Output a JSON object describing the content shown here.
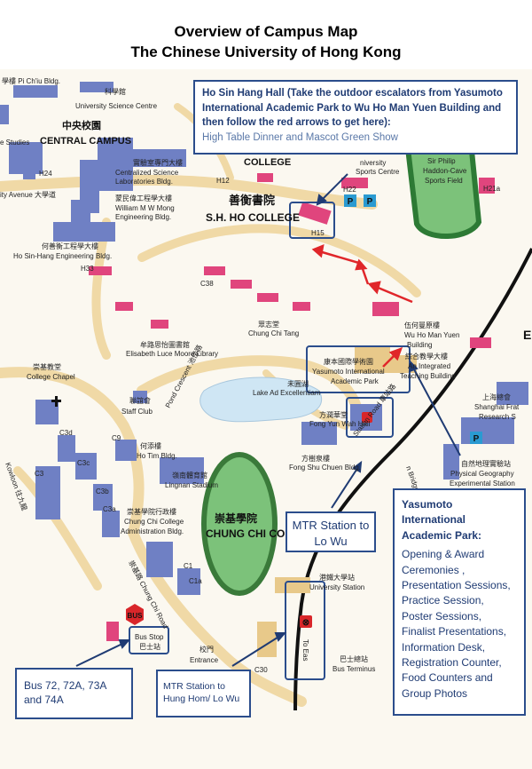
{
  "title": {
    "line1": "Overview of Campus Map",
    "line2": "The Chinese University of Hong Kong"
  },
  "callouts": {
    "ho_sin_hang": {
      "heading": "Ho Sin Hang Hall (Take the outdoor escalators from Yasumoto International Academic Park to Wu Ho Man Yuen Building and then follow the red arrows to get here):",
      "detail": "High Table Dinner and Mascot Green Show"
    },
    "bus": {
      "text": "Bus 72, 72A, 73A and 74A"
    },
    "mtr_hung_hom": {
      "text": "MTR Station to Hung Hom/ Lo Wu"
    },
    "mtr_lo_wu": {
      "text": "MTR Station to Lo Wu"
    },
    "park": {
      "heading": "Yasumoto International Academic Park:",
      "detail": "Opening & Award Ceremonies , Presentation Sessions, Practice Session, Poster Sessions, Finalist Presentations, Information Desk, Registration Counter, Food Counters and Group Photos"
    }
  },
  "map_labels": {
    "pi_chiu": "學樓 Pi Ch'iu Bldg.",
    "science_cn": "科學館",
    "science": "University Science Centre",
    "central_cn": "中央校園",
    "central": "CENTRAL CAMPUS",
    "studies": "e Studies",
    "h24": "H24",
    "centralized_cn": "實驗室專門大樓",
    "centralized1": "Centralized Science",
    "centralized2": "Laboratories Bldg.",
    "h12": "H12",
    "mong_cn": "蒙民偉工程學大樓",
    "mong1": "William M W Mong",
    "mong2": "Engineering Bldg.",
    "university_ave": "ity Avenue 大學道",
    "hsh_eng_cn": "何善衡工程學大樓",
    "hsh_eng": "Ho Sin-Hang Engineering Bldg.",
    "h33": "H33",
    "college_top": "COLLEGE",
    "shho_cn": "善衡書院",
    "shho": "S.H. HO COLLEGE",
    "sports_centre1": "niversity",
    "sports_centre2": "Sports Centre",
    "h22": "H22",
    "h15": "H15",
    "haddon1": "Sir Philip",
    "haddon2": "Haddon-Cave",
    "haddon3": "Sports Field",
    "h21": "H21a",
    "c38": "C38",
    "chungchitang_cn": "眾志堂",
    "chungchitang": "Chung Chi Tang",
    "moore_cn": "牟路思怡圖書館",
    "moore": "Elisabeth Luce Moore Library",
    "wuhoman_cn": "伍何曼原樓",
    "wuhoman1": "Wu Ho Man Yuen",
    "wuhoman2": "Building",
    "chapel_cn": "崇基教堂",
    "chapel": "College Chapel",
    "yasu_cn": "康本國際學術園",
    "yasu1": "Yasumoto International",
    "yasu2": "Academic Park",
    "integrated_cn": "綜合教學大樓",
    "integrated1": "An Integrated",
    "integrated2": "Teaching Building",
    "pond": "Pond Crescent 池傍路",
    "lake_cn": "未圓湖",
    "lake": "Lake Ad Excellentiam",
    "staffclub_cn": "聯誼會",
    "staffclub": "Staff Club",
    "fongyunwah_cn": "方潤華堂",
    "fongyunwah": "Fong Yun Wah Hall",
    "station_rd": "Station Road 車站路",
    "c3d": "C3d",
    "c9": "C9",
    "hotim_cn": "何添樓",
    "hotim": "Ho Tim Bldg.",
    "fongshu_cn": "方樹泉樓",
    "fongshu": "Fong Shu Chuen Bldg.",
    "bridge": "n Bridge",
    "shanghai_cn": "上海總會",
    "shanghai1": "Shanghai Frat",
    "shanghai2": "Research S",
    "physical_cn": "自然地理實驗站",
    "physical1": "Physical Geography",
    "physical2": "Experimental Station",
    "c3": "C3",
    "c3c": "C3c",
    "c3b": "C3b",
    "c3a": "C3a",
    "lingnan_cn": "嶺南體育館",
    "lingnan": "Lingnan Stadium",
    "kowloon": "Kowloon 往九龍",
    "admin_cn": "崇基學院行政樓",
    "admin1": "Chung Chi College",
    "admin2": "Administration Bldg.",
    "chungchi_cn": "崇基學院",
    "chungchi": "CHUNG CHI COL",
    "c1": "C1",
    "c1a": "C1a",
    "chungchi_rd": "崇基路 Chung Chi Road",
    "univ_station_cn": "港鐵大學站",
    "univ_station": "University Station",
    "bus_sign": "BUS",
    "busstop1": "Bus Stop",
    "busstop2": "巴士站",
    "entrance_cn": "校門",
    "entrance": "Entrance",
    "c30": "C30",
    "bus_terminus_cn": "巴士總站",
    "bus_terminus": "Bus Terminus",
    "to_east": "To Eas",
    "p": "P",
    "e_edge": "E"
  },
  "colors": {
    "building_blue": "#6f80c4",
    "building_pink": "#e0457d",
    "road_tan": "#f0d9a6",
    "green_field": "#7cc27a",
    "water": "#cfe6f4",
    "callout_border": "#2b4d8c",
    "callout_text": "#1f3b73",
    "arrow_red": "#e0262a",
    "arrow_blue": "#1f3b73",
    "parking": "#2a9ad1"
  }
}
